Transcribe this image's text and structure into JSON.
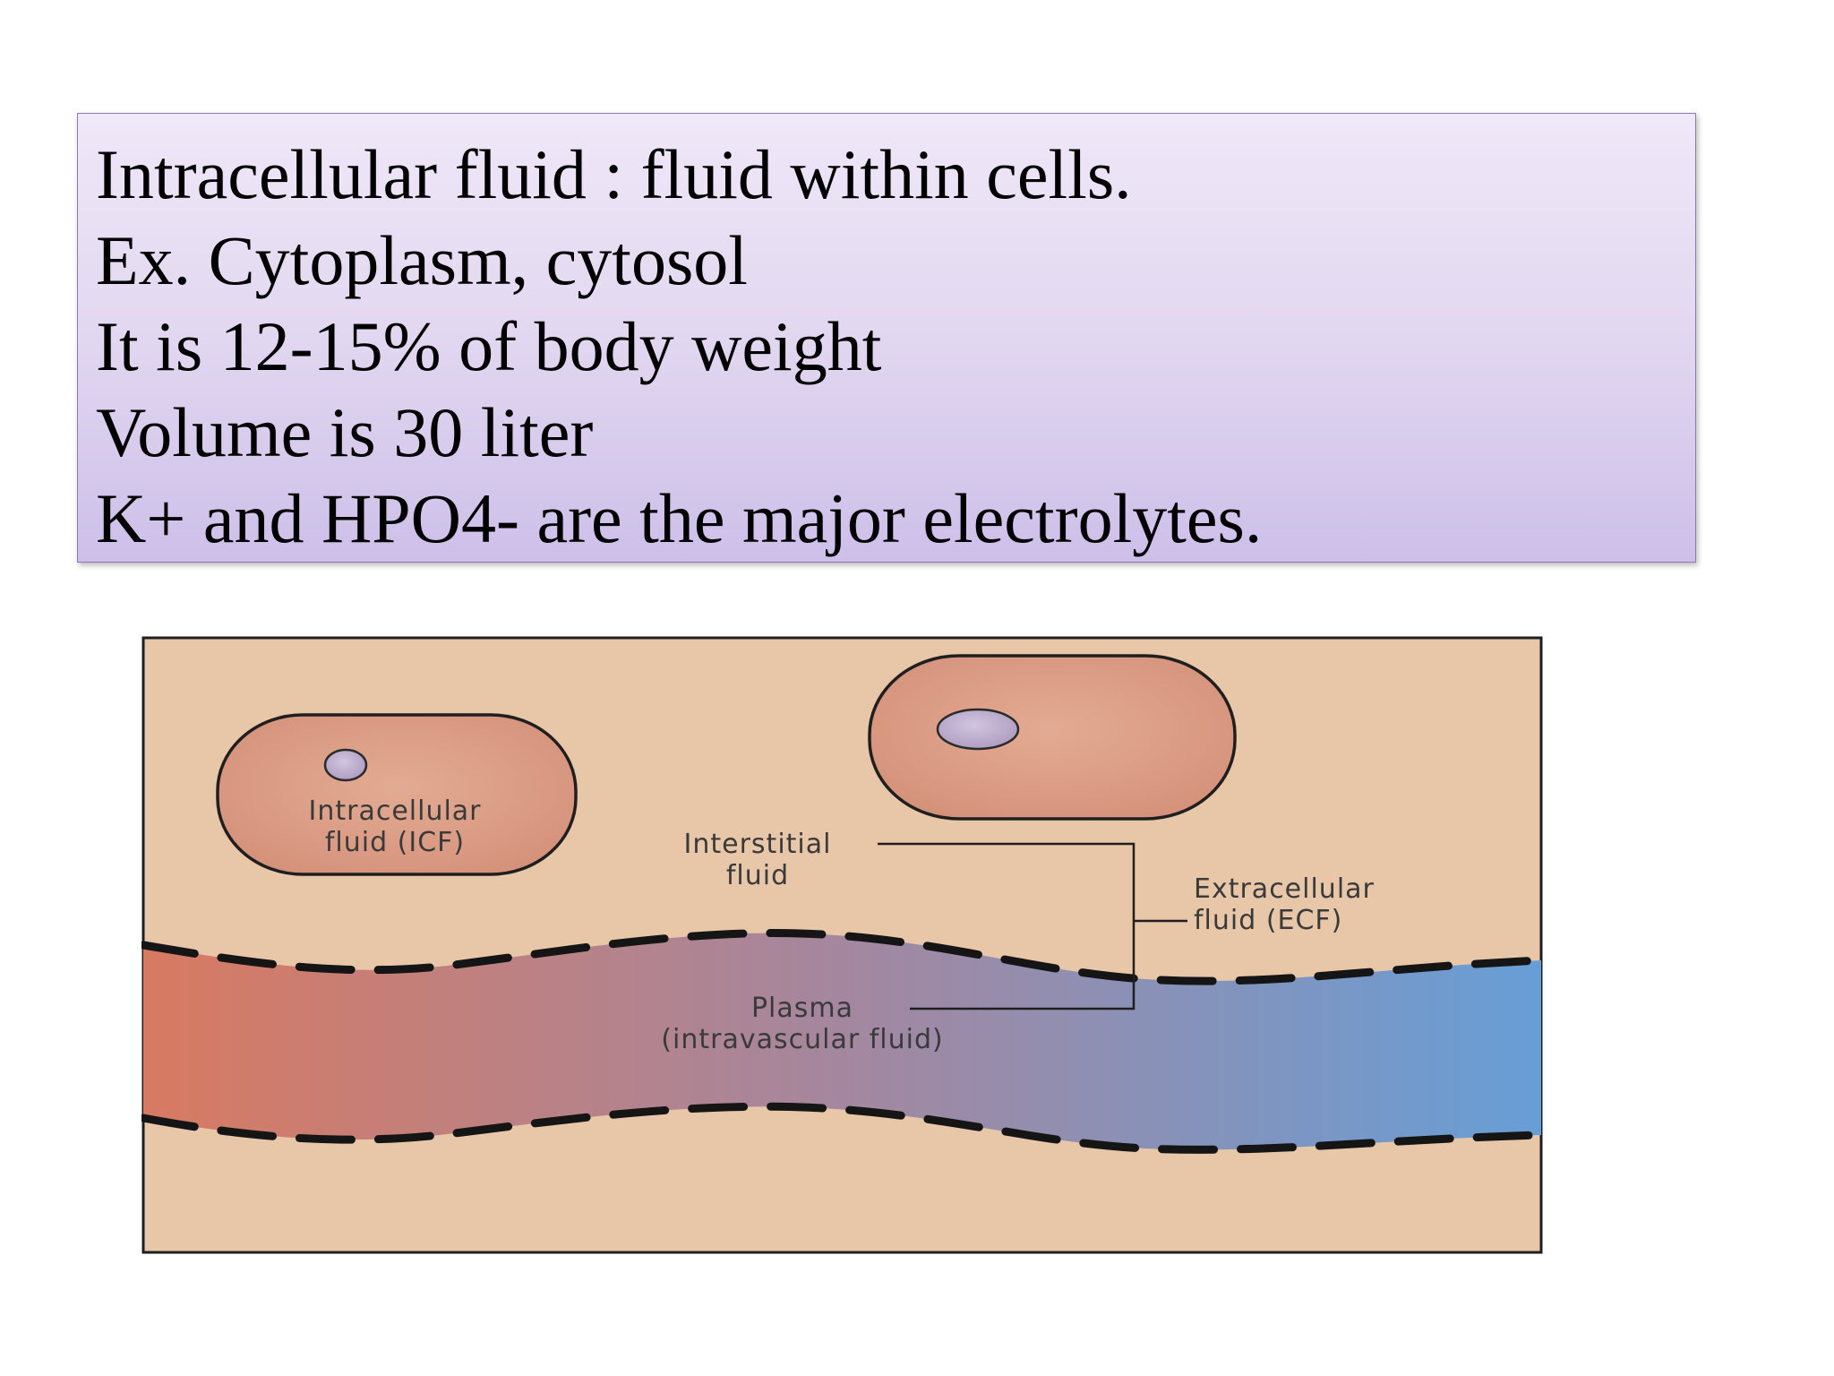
{
  "slide": {
    "lines": [
      "Intracellular fluid : fluid within cells.",
      "Ex. Cytoplasm, cytosol",
      "It is 12-15% of body weight",
      "Volume is 30 liter",
      "K+ and HPO4- are the major electrolytes."
    ]
  },
  "diagram": {
    "labels": {
      "icf_line1": "Intracellular",
      "icf_line2": "fluid (ICF)",
      "interstitial_line1": "Interstitial",
      "interstitial_line2": "fluid",
      "ecf_line1": "Extracellular",
      "ecf_line2": "fluid (ECF)",
      "plasma_line1": "Plasma",
      "plasma_line2": "(intravascular fluid)"
    },
    "colors": {
      "background": "#e8c6a8",
      "cell": "#d99a84",
      "nucleus": "#b8a6c8",
      "vessel_left": "#d87a62",
      "vessel_mid": "#a4879f",
      "vessel_right": "#679ed6",
      "frame": "#1f1f1f"
    }
  }
}
